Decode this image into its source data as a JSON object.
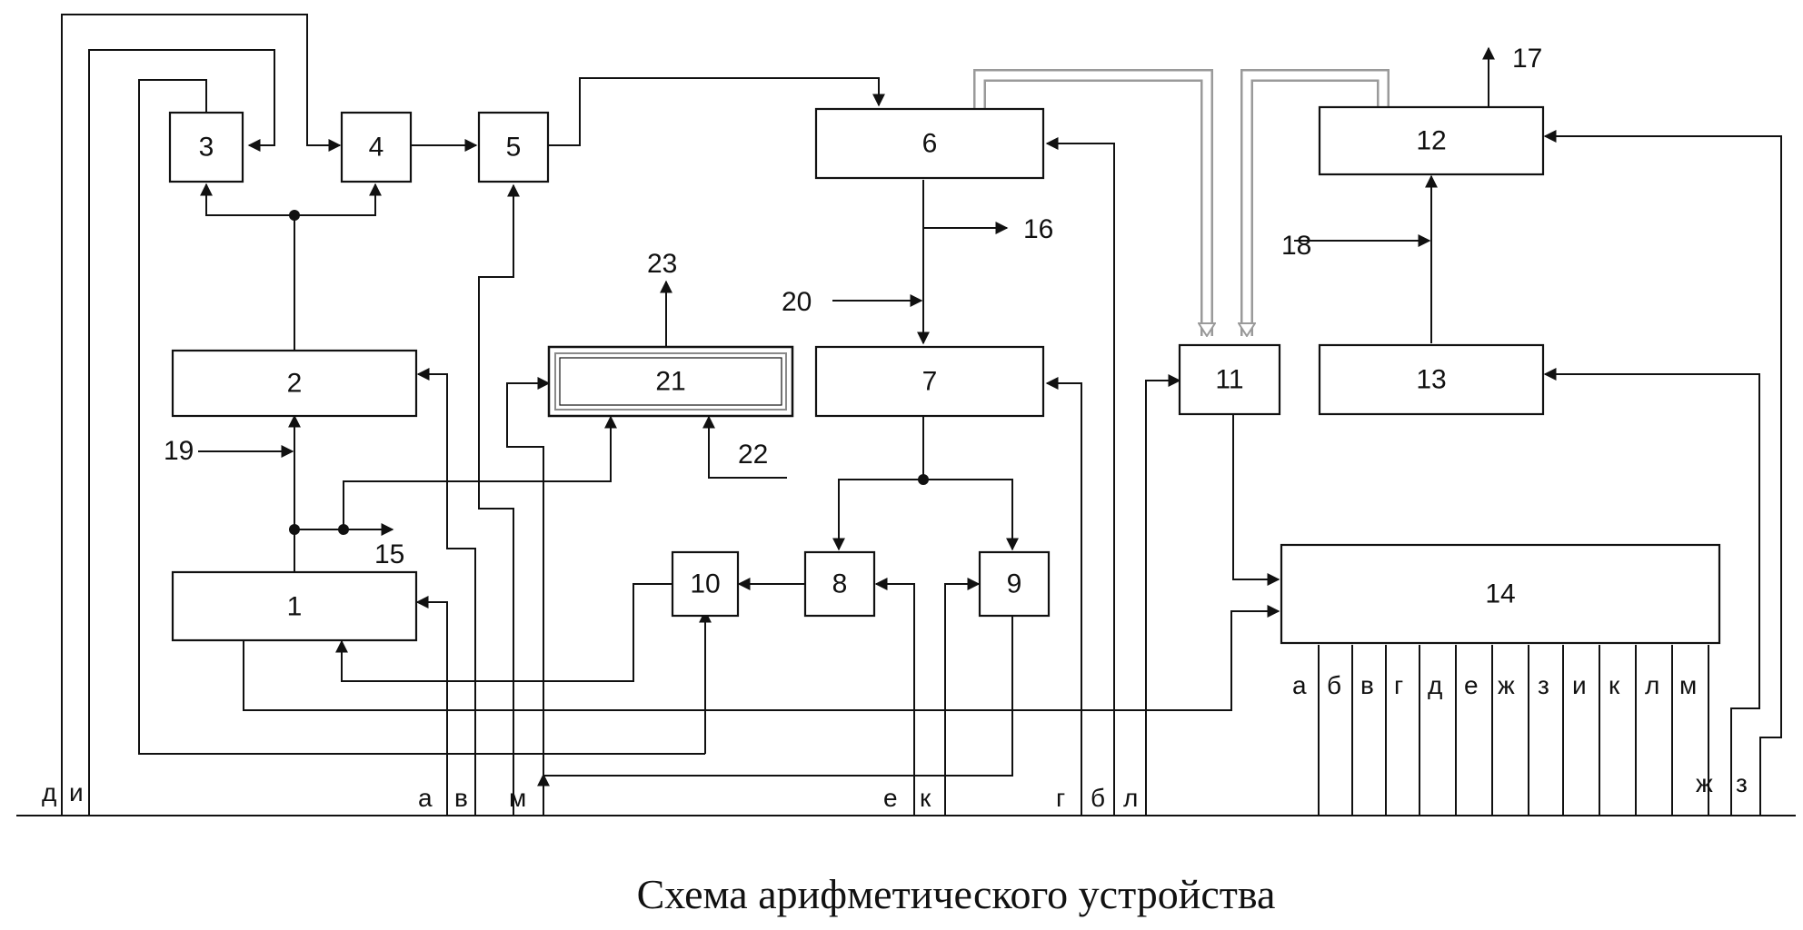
{
  "caption": "Схема арифметического устройства",
  "blocks": [
    "1",
    "2",
    "3",
    "4",
    "5",
    "6",
    "7",
    "8",
    "9",
    "10",
    "11",
    "12",
    "13",
    "14",
    "21"
  ],
  "signals": [
    "15",
    "16",
    "17",
    "18",
    "19",
    "20",
    "22",
    "23"
  ],
  "bus_letters": [
    "д",
    "и",
    "а",
    "в",
    "м",
    "е",
    "к",
    "г",
    "б",
    "л",
    "ж",
    "з"
  ],
  "block14_letters": [
    "а",
    "б",
    "в",
    "г",
    "д",
    "е",
    "ж",
    "з",
    "и",
    "к",
    "л",
    "м"
  ]
}
